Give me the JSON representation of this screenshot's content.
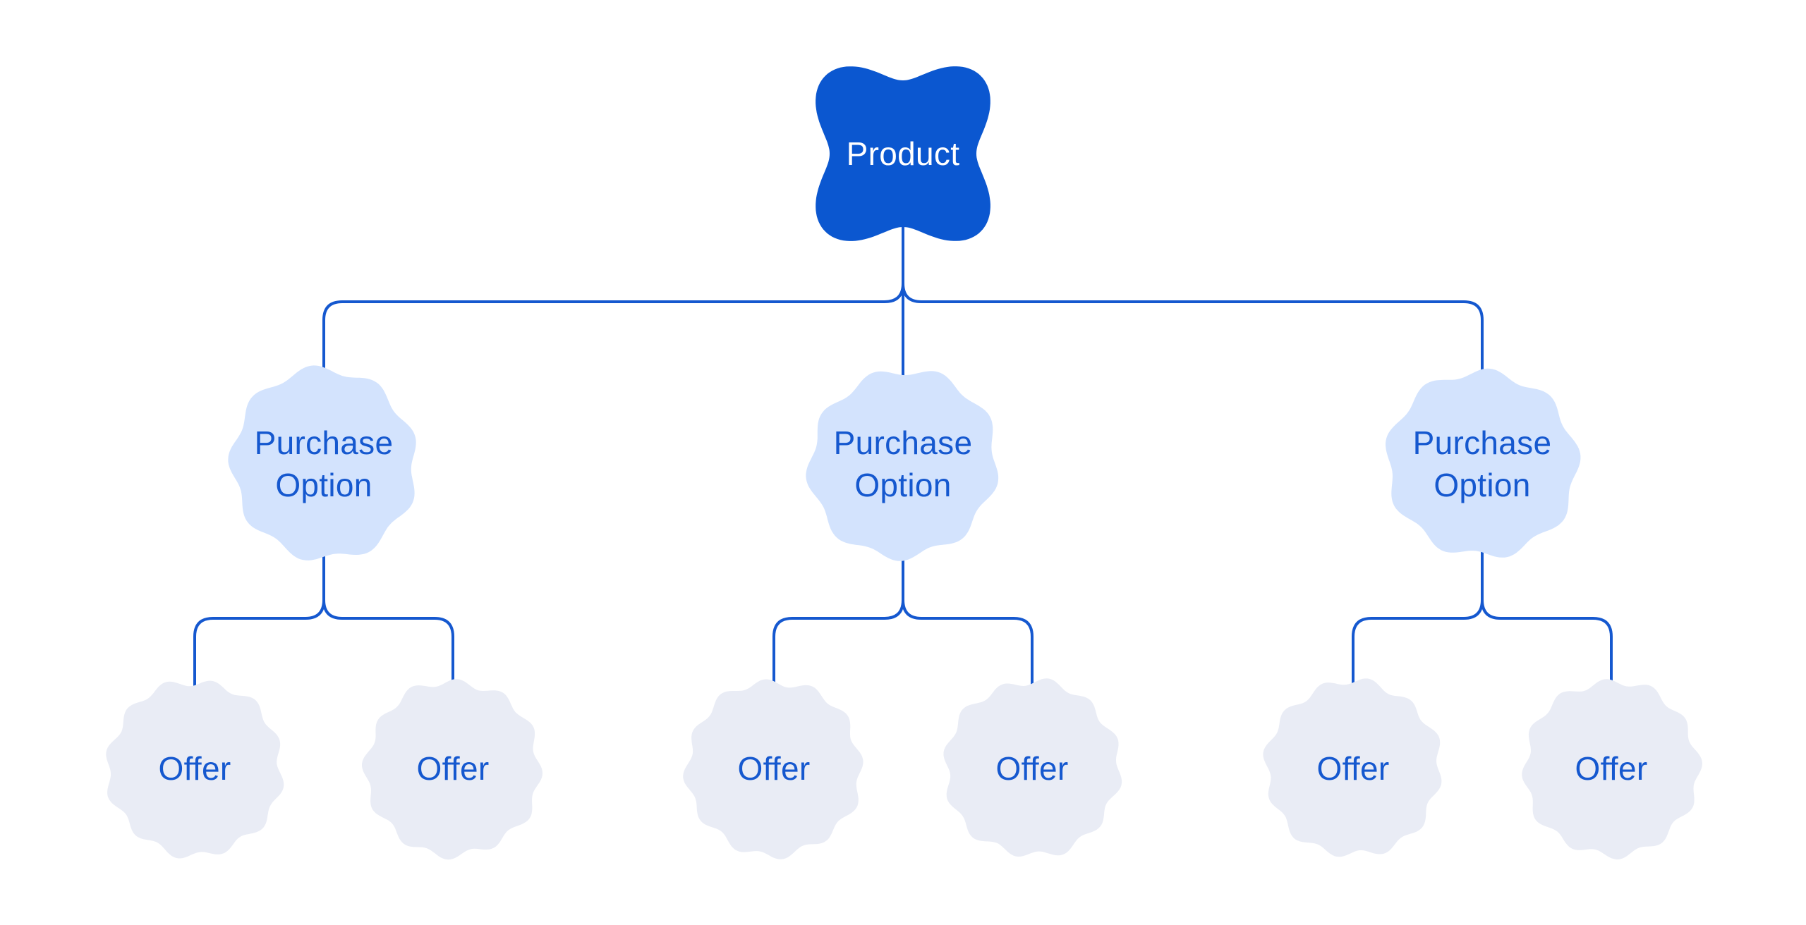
{
  "theme": {
    "background": "#ffffff",
    "node_primary_fill": "#0b57d0",
    "node_primary_text": "#ffffff",
    "node_secondary_fill": "#d3e3fd",
    "node_tertiary_fill": "#e9ecf5",
    "connector_color": "#1558cf",
    "label_color": "#1558cf"
  },
  "diagram": {
    "type": "tree"
  },
  "tree": {
    "root": {
      "label": "Product"
    },
    "children": [
      {
        "label": "Purchase Option",
        "children": [
          {
            "label": "Offer"
          },
          {
            "label": "Offer"
          }
        ]
      },
      {
        "label": "Purchase Option",
        "children": [
          {
            "label": "Offer"
          },
          {
            "label": "Offer"
          }
        ]
      },
      {
        "label": "Purchase Option",
        "children": [
          {
            "label": "Offer"
          },
          {
            "label": "Offer"
          }
        ]
      }
    ]
  }
}
